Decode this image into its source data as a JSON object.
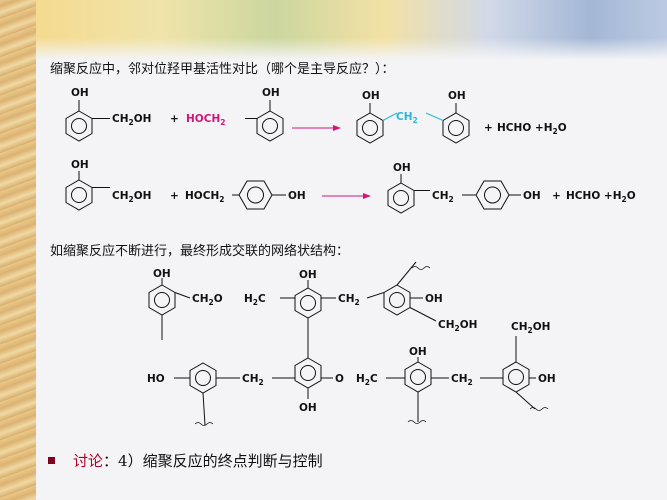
{
  "title": "缩聚反应中，邻对位羟甲基活性对比（哪个是主导反应？）：",
  "subtitle": "如缩聚反应不断进行，最终形成交联的网络状结构：",
  "discussion": {
    "label": "讨论",
    "colon": "：",
    "text": "4）缩聚反应的终点判断与控制"
  },
  "labels": {
    "oh": "OH",
    "ho": "HO",
    "ch2oh": "CH2OH",
    "hoch2": "HOCH2",
    "ch2": "CH2",
    "ch2o": "CH2O",
    "h2c": "H2C",
    "o": "O",
    "plus": "+",
    "byproducts": "HCHO +H2O"
  },
  "colors": {
    "accent": "#d4147a",
    "cyan": "#2ab9d4",
    "bullet": "#800020",
    "discussion_label": "#b0002a"
  }
}
